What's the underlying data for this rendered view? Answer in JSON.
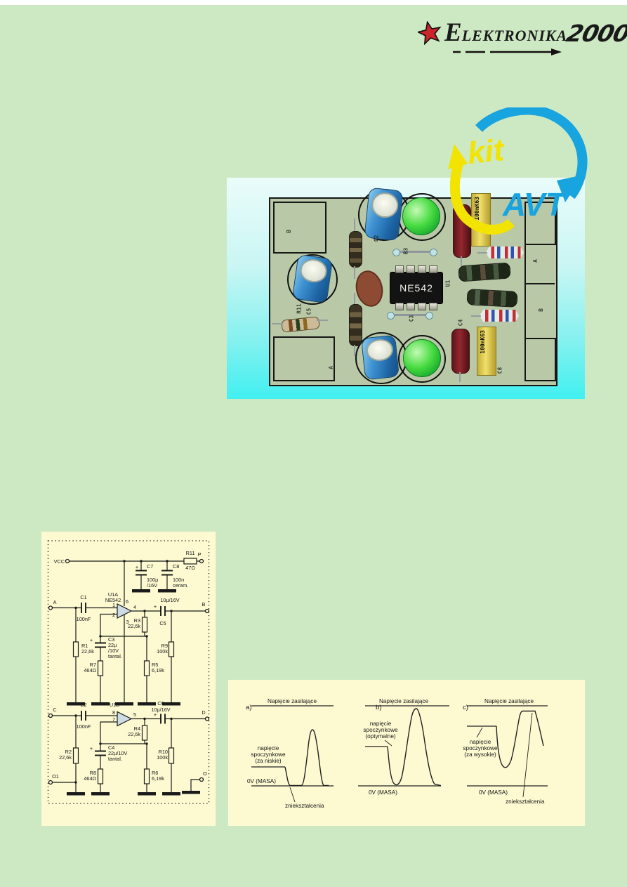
{
  "masthead": {
    "star": "★",
    "name_initial": "E",
    "name_rest": "LEKTRONIKA",
    "year": "2000"
  },
  "kit_logo": {
    "kit": "kit",
    "avt": "AVT",
    "yellow": "#f3e300",
    "blue": "#18a4df"
  },
  "photo": {
    "chip": "NE542",
    "film_cap_top": "100nK63",
    "film_cap_bottom": "100nK63",
    "silk": {
      "s1": "B",
      "s2": "C2",
      "s3": "B3",
      "s4": "U1",
      "s5": "R11",
      "s6": "A",
      "s7": "C3",
      "s8": "C5",
      "s9": "C4",
      "s10": "A",
      "s11": "B",
      "s12": "C8"
    }
  },
  "schematic": {
    "labels": {
      "vcc": "VCC",
      "p": "P",
      "a": "A",
      "b": "B",
      "c": "C",
      "d": "D",
      "o1": "O1",
      "o": "O",
      "u1a": "U1A",
      "u1a_part": "NE542",
      "u1b": "U1B",
      "pin1": "1",
      "pin2": "2",
      "pin3": "3",
      "pin4": "4",
      "pin5": "5",
      "pin6": "6",
      "pin7": "7",
      "pin8": "8",
      "plus": "+",
      "c1": "C1",
      "c1v": "100nF",
      "c2": "C2",
      "c2v": "100nF",
      "c3": "C3",
      "c3v1": "22µ",
      "c3v2": "/10V",
      "c3v3": "tantal.",
      "c4": "C4",
      "c4v1": "22µ/10V",
      "c4v2": "tantal.",
      "c5": "C5",
      "c5v": "10µ/16V",
      "c6": "C6",
      "c6v": "10µ/16V",
      "c7": "C7",
      "c7v1": "100µ",
      "c7v2": "/16V",
      "c8": "C8",
      "c8v1": "100n",
      "c8v2": "ceram.",
      "r1": "R1",
      "r1v": "22,6k",
      "r2": "R2",
      "r2v": "22,6k",
      "r3": "R3",
      "r3v": "22,6k",
      "r4": "R4",
      "r4v": "22,6k",
      "r5": "R5",
      "r5v": "6,19k",
      "r6": "R6",
      "r6v": "6,19k",
      "r7": "R7",
      "r7v": "464Ω",
      "r8": "R8",
      "r8v": "464Ω",
      "r9": "R9",
      "r9v": "100k",
      "r10": "R10",
      "r10v": "100k",
      "r11": "R11",
      "r11v": "47Ω"
    }
  },
  "graphs": {
    "a": {
      "tag": "a)",
      "title": "Napięcie zasilające",
      "note1": "napięcie",
      "note2": "spoczynkowe",
      "note3": "(za niskie)",
      "ground": "0V (MASA)",
      "distortion": "zniekształcenia"
    },
    "b": {
      "tag": "b)",
      "title": "Napięcie zasilające",
      "note1": "napięcie",
      "note2": "spoczynkowe",
      "note3": "(optymalne)",
      "ground": "0V (MASA)"
    },
    "c": {
      "tag": "c)",
      "title": "Napięcie zasilające",
      "note1": "napięcie",
      "note2": "spoczynkowe",
      "note3": "(za wysokie)",
      "ground": "0V (MASA)",
      "distortion": "zniekształcenia"
    }
  },
  "chart_data": [
    {
      "type": "line",
      "id": "a",
      "title": "Napięcie zasilające",
      "annotations": [
        "napięcie spoczynkowe (za niskie)",
        "0V (MASA)",
        "zniekształcenia"
      ],
      "y_levels": {
        "supply": 1.0,
        "quiescent": 0.24,
        "ground": 0.0
      },
      "waveform": "quiescent level too low; signal swing clipped flat at 0V ground causing distortion"
    },
    {
      "type": "line",
      "id": "b",
      "title": "Napięcie zasilające",
      "annotations": [
        "napięcie spoczynkowe (optymalne)",
        "0V (MASA)"
      ],
      "y_levels": {
        "supply": 1.0,
        "quiescent": 0.49,
        "ground": 0.0
      },
      "waveform": "optimal quiescent level; full sine swing fits between ground and supply without clipping"
    },
    {
      "type": "line",
      "id": "c",
      "title": "Napięcie zasilające",
      "annotations": [
        "napięcie spoczynkowe (za wysokie)",
        "0V (MASA)",
        "zniekształcenia"
      ],
      "y_levels": {
        "supply": 1.0,
        "quiescent": 0.74,
        "ground": 0.0
      },
      "waveform": "quiescent level too high; signal swing clipped flat at supply voltage causing distortion"
    }
  ]
}
